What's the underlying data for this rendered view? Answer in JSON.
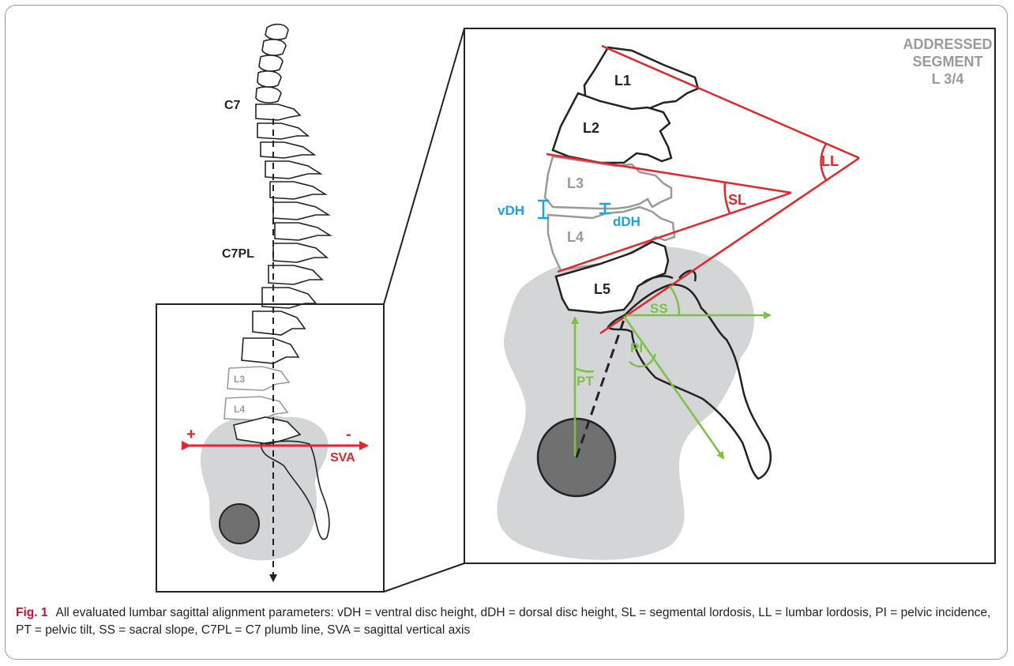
{
  "labels": {
    "c7": "C7",
    "c7pl": "C7PL",
    "l3_small": "L3",
    "l4_small": "L4",
    "plus": "+",
    "minus": "-",
    "sva": "SVA",
    "addressed_line1": "ADDRESSED",
    "addressed_line2": "SEGMENT",
    "addressed_line3": "L 3/4",
    "l1": "L1",
    "l2": "L2",
    "l3": "L3",
    "l4": "L4",
    "l5": "L5",
    "ll": "LL",
    "sl": "SL",
    "vdh": "vDH",
    "ddh": "dDH",
    "ss": "SS",
    "pi": "PI",
    "pt": "PT"
  },
  "colors": {
    "red": "#e3262b",
    "green": "#7cc142",
    "blue": "#1aa3dd",
    "pelvis": "#d3d5d7",
    "femoral_head": "#707070",
    "gray_vertebra": "#9a9a9a"
  },
  "caption": {
    "fig_label": "Fig. 1",
    "text": "All evaluated lumbar sagittal alignment parameters: vDH = ventral disc height, dDH = dorsal disc height, SL = segmental lordosis, LL = lumbar lordosis, PI = pelvic incidence, PT = pelvic tilt, SS = sacral slope, C7PL = C7 plumb line, SVA = sagittal vertical axis"
  }
}
